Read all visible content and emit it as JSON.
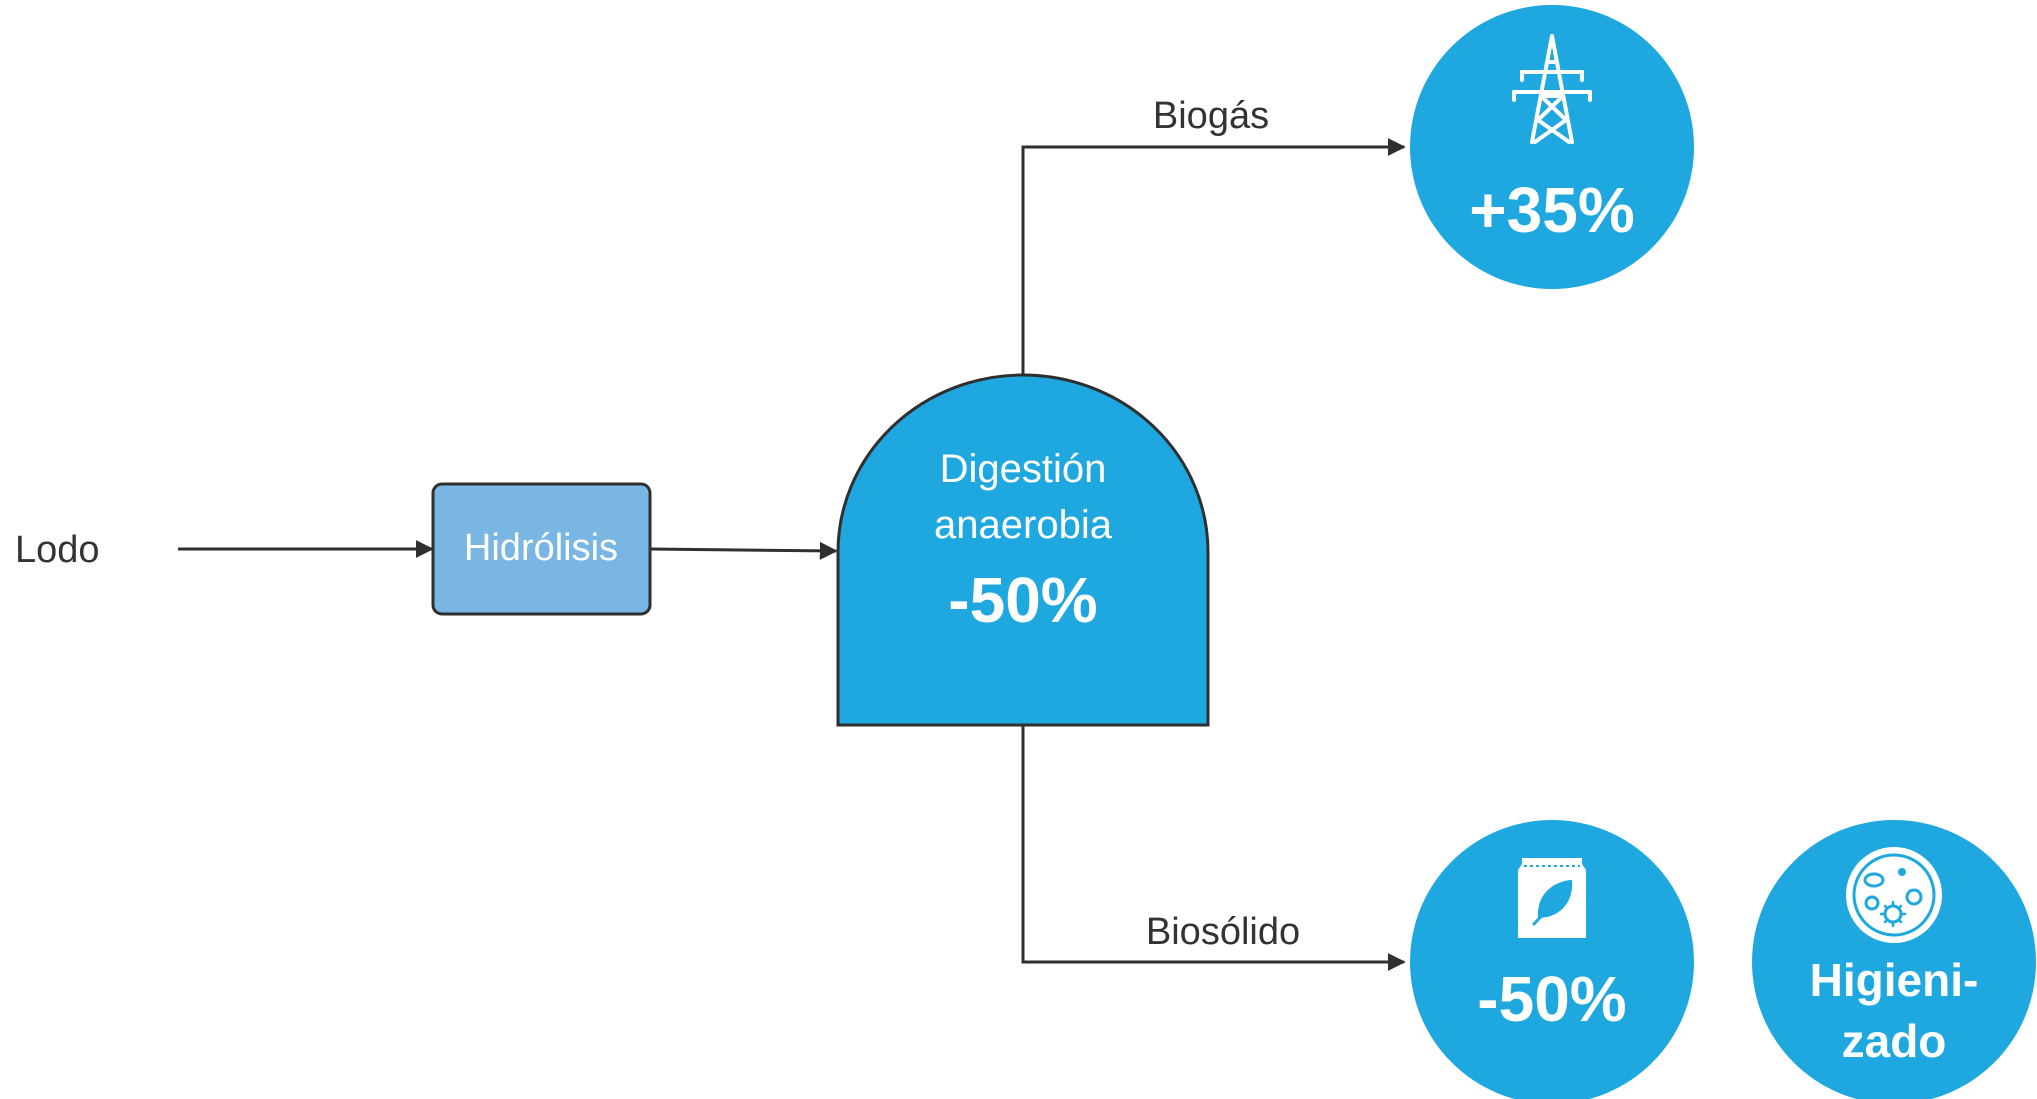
{
  "colors": {
    "accent": "#1EA8DF",
    "hydrolysis_fill": "#79B6E4",
    "line": "#2F2F2F",
    "text": "#333333",
    "on_accent": "#FFFFFF"
  },
  "input": {
    "label": "Lodo"
  },
  "hydrolysis": {
    "label": "Hidrólisis"
  },
  "digester": {
    "line1": "Digestión",
    "line2": "anaerobia",
    "value": "-50%"
  },
  "biogas": {
    "label": "Biogás",
    "icon": "power-tower-icon",
    "value": "+35%"
  },
  "biosolid": {
    "label": "Biosólido",
    "icon": "fertilizer-bag-icon",
    "value": "-50%"
  },
  "hygiene": {
    "icon": "petri-dish-icon",
    "line1": "Higieni-",
    "line2": "zado"
  }
}
